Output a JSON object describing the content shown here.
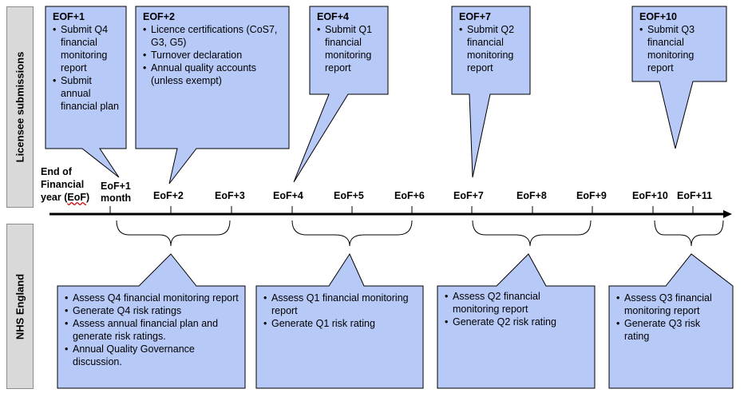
{
  "colors": {
    "box_fill": "#b7c9f7",
    "line": "#000000",
    "side_fill": "#d9d9d9"
  },
  "side_labels": {
    "top": "Licensee submissions",
    "bottom": "NHS England"
  },
  "timeline": {
    "start_label_line1": "End of",
    "start_label_line2": "Financial",
    "start_label_line3_prefix": "year (",
    "start_label_line3_abbr": "EoF",
    "start_label_line3_suffix": ")",
    "ticks": {
      "eof1_line1": "EoF+1",
      "eof1_line2": "month",
      "eof2": "EoF+2",
      "eof3": "EoF+3",
      "eof4": "EoF+4",
      "eof5": "EoF+5",
      "eof6": "EoF+6",
      "eof7": "EoF+7",
      "eof8": "EoF+8",
      "eof9": "EoF+9",
      "eof10": "EoF+10",
      "eof11": "EoF+11"
    }
  },
  "licensee": [
    {
      "title": "EOF+1",
      "items": [
        "Submit Q4 financial monitoring report",
        "Submit annual financial plan"
      ]
    },
    {
      "title": "EOF+2",
      "items": [
        "Licence certifications (CoS7, G3, G5)",
        "Turnover declaration",
        "Annual quality accounts (unless exempt)"
      ]
    },
    {
      "title": "EOF+4",
      "items": [
        "Submit Q1 financial monitoring report"
      ]
    },
    {
      "title": "EOF+7",
      "items": [
        "Submit Q2 financial monitoring report"
      ]
    },
    {
      "title": "EOF+10",
      "items": [
        "Submit Q3 financial monitoring report"
      ]
    }
  ],
  "nhs": [
    {
      "items": [
        "Assess Q4 financial monitoring report",
        "Generate Q4 risk ratings",
        "Assess annual financial plan and generate risk ratings.",
        "Annual Quality Governance discussion."
      ]
    },
    {
      "items": [
        "Assess Q1 financial monitoring  report",
        "Generate Q1 risk rating"
      ]
    },
    {
      "items": [
        "Assess Q2 financial monitoring report",
        "Generate Q2 risk rating"
      ]
    },
    {
      "items": [
        "Assess Q3 financial monitoring report",
        "Generate Q3 risk rating"
      ]
    }
  ]
}
